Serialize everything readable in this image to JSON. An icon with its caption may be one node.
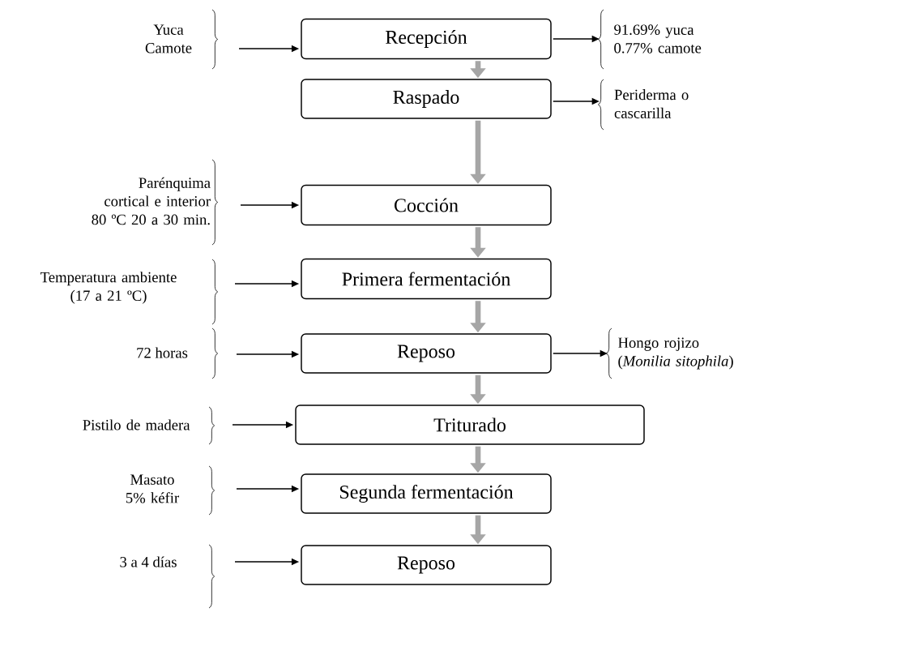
{
  "diagram": {
    "nodes": [
      {
        "text": [
          "Recepción"
        ]
      },
      {
        "text": [
          "Raspado"
        ]
      },
      {
        "text": [
          "Cocción"
        ]
      },
      {
        "text": [
          "Primera fermentación"
        ]
      },
      {
        "text": [
          "Reposo"
        ]
      },
      {
        "text": [
          "Triturado"
        ]
      },
      {
        "text": [
          "Segunda fermentación"
        ]
      },
      {
        "text": [
          "Reposo"
        ]
      },
      {
        "text": [
          "Yuca Camote"
        ]
      },
      {
        "text": [
          "91.69% yuca 0.77% camote"
        ]
      },
      {
        "text": [
          "Periderma o cascarilla"
        ]
      },
      {
        "text": [
          "Parénquima cortical e interior 80 ºC 20 a 30 min."
        ]
      },
      {
        "text": [
          "Temperatura ambiente (17 a 21 ºC)"
        ]
      },
      {
        "text": [
          "72 horas"
        ]
      },
      {
        "text": [
          "Hongo rojizo (*Monilia sitophila*)"
        ]
      },
      {
        "text": [
          "Pistilo de madera"
        ]
      },
      {
        "text": [
          "Masato 5% kéfir"
        ]
      },
      {
        "text": [
          "3 a 4 días"
        ]
      }
    ],
    "edges": [
      {
        "from": 8,
        "to": 0,
        "arrow": "to"
      },
      {
        "from": 0,
        "to": 9,
        "arrow": "to"
      },
      {
        "from": 0,
        "to": 1,
        "arrow": "to",
        "style": "thick",
        "color": "#a6a6a6"
      },
      {
        "from": 1,
        "to": 10,
        "arrow": "to"
      },
      {
        "from": 1,
        "to": 2,
        "arrow": "to",
        "style": "thick",
        "color": "#a6a6a6"
      },
      {
        "from": 11,
        "to": 2,
        "arrow": "to"
      },
      {
        "from": 2,
        "to": 3,
        "arrow": "to",
        "style": "thick",
        "color": "#a6a6a6"
      },
      {
        "from": 12,
        "to": 3,
        "arrow": "to"
      },
      {
        "from": 3,
        "to": 4,
        "arrow": "to",
        "style": "thick",
        "color": "#a6a6a6"
      },
      {
        "from": 13,
        "to": 4,
        "arrow": "to"
      },
      {
        "from": 4,
        "to": 14,
        "arrow": "to"
      },
      {
        "from": 4,
        "to": 5,
        "arrow": "to",
        "style": "thick",
        "color": "#a6a6a6"
      },
      {
        "from": 15,
        "to": 5,
        "arrow": "to"
      },
      {
        "from": 5,
        "to": 6,
        "arrow": "to",
        "style": "thick",
        "color": "#a6a6a6"
      },
      {
        "from": 16,
        "to": 6,
        "arrow": "to"
      },
      {
        "from": 6,
        "to": 7,
        "arrow": "to",
        "style": "thick",
        "color": "#a6a6a6"
      },
      {
        "from": 17,
        "to": 7,
        "arrow": "to"
      }
    ]
  }
}
